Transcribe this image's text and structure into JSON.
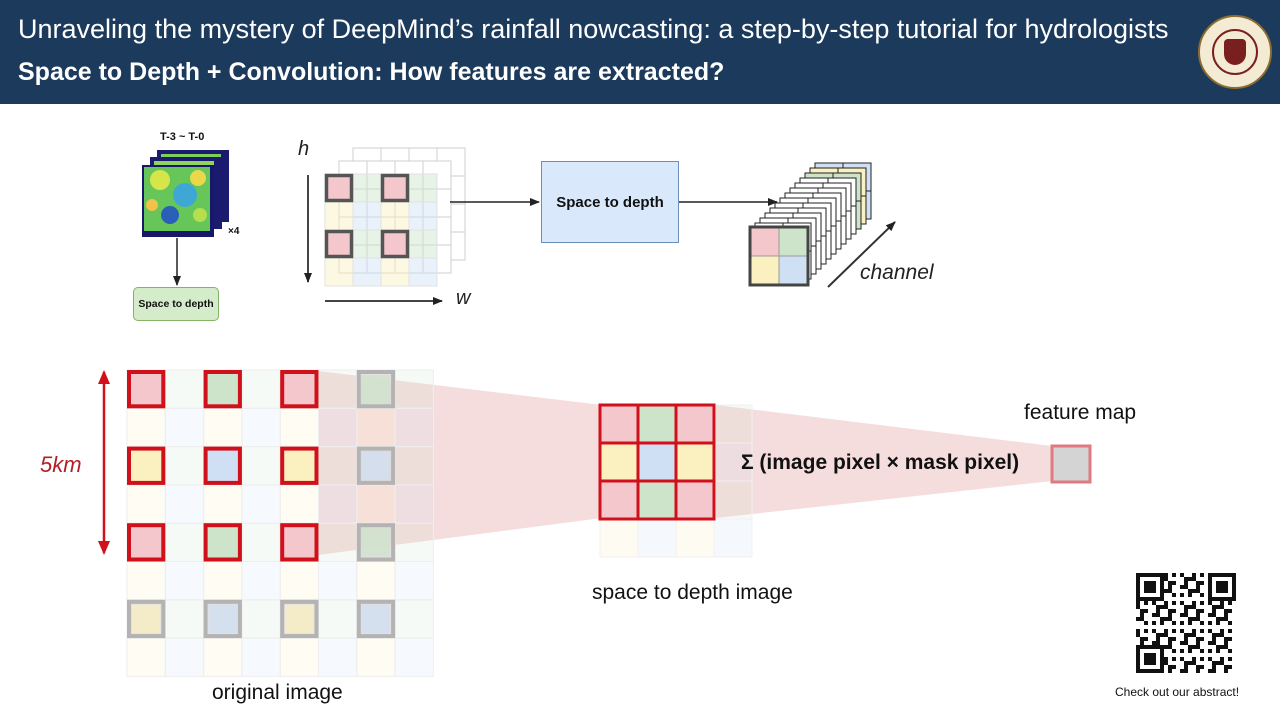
{
  "header": {
    "title": "Unraveling the mystery of DeepMind’s rainfall nowcasting: a step-by-step tutorial for hydrologists",
    "subtitle": "Space to Depth + Convolution: How features are extracted?",
    "seal_icon": "university-seal-icon",
    "background_color": "#1b3a5c"
  },
  "top_diagram": {
    "stack_time_label": "T-3 ~ T-0",
    "stack_multiplier": "×4",
    "small_box_label": "Space to depth",
    "h_axis_label": "h",
    "w_axis_label": "w",
    "main_box_label": "Space to depth",
    "channel_label": "channel"
  },
  "bottom_diagram": {
    "scale_label": "5km",
    "original_caption": "original image",
    "s2d_caption": "space to depth image",
    "formula": "Σ (image pixel × mask pixel)",
    "feature_label": "feature map"
  },
  "qr": {
    "icon": "qr-code-icon",
    "caption": "Check out our abstract!"
  },
  "colors": {
    "red_cell": "#f4c7cc",
    "green_cell": "#cde4cb",
    "yellow_cell": "#fbf0bf",
    "blue_cell": "#cfe0f5",
    "highlight_red": "#d0101b",
    "accent_red": "#b21f24"
  }
}
